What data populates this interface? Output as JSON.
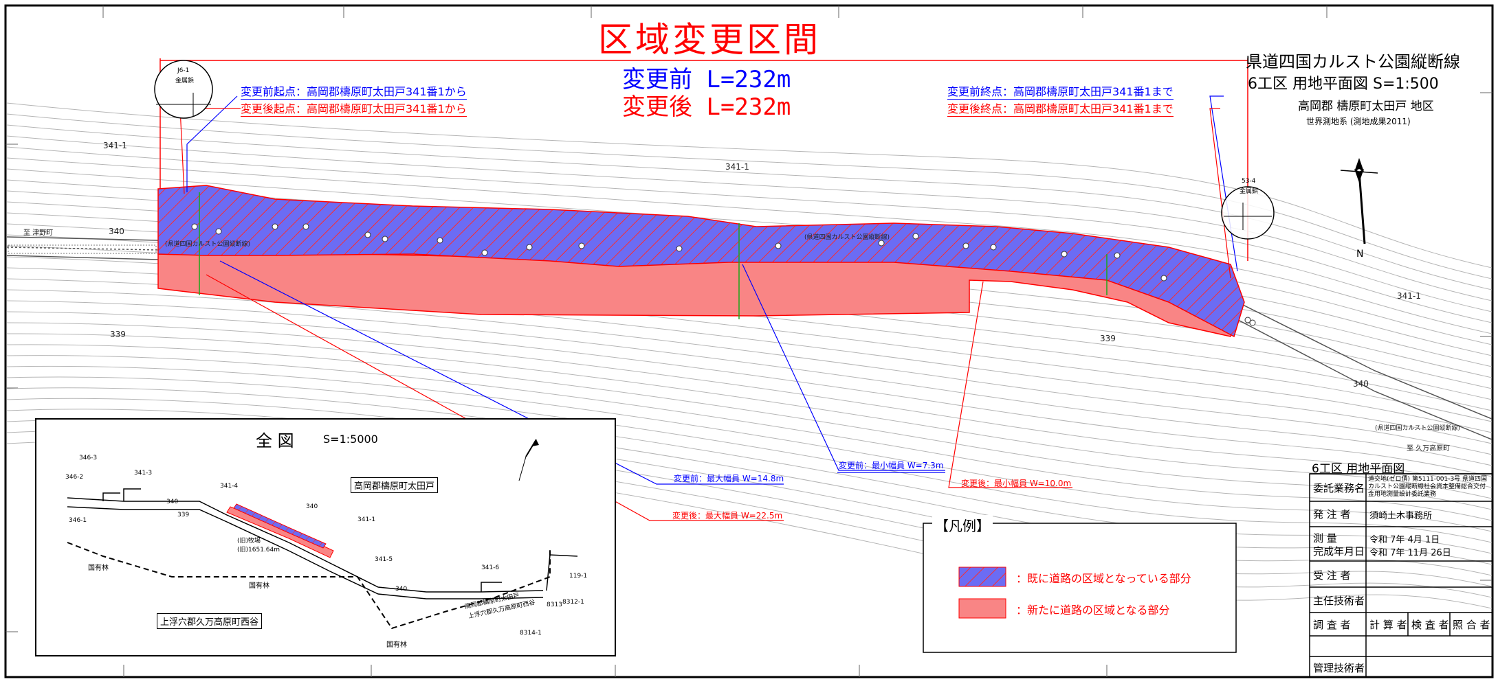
{
  "colors": {
    "existing_fill": "#6b6cf4",
    "new_fill": "#f98585",
    "red": "#ff0000",
    "blue": "#0000ff",
    "contour": "#a9a9a9"
  },
  "header": {
    "title": "区域変更区間",
    "before_length": "変更前 L=232m",
    "after_length": "変更後 L=232m"
  },
  "project": {
    "name": "県道四国カルスト公園縦断線",
    "subtitle": "6工区 用地平面図 S=1:500",
    "area": "高岡郡 檮原町太田戸 地区",
    "datum": "世界測地系 (測地成果2011)"
  },
  "annotations": {
    "start_before": "変更前起点：高岡郡檮原町太田戸341番1から",
    "start_after": "変更後起点：高岡郡檮原町太田戸341番1から",
    "end_before": "変更前終点：高岡郡檮原町太田戸341番1まで",
    "end_after": "変更後終点：高岡郡檮原町太田戸341番1まで",
    "max_width_before": "変更前：最大幅員 W=14.8m",
    "max_width_after": "変更後：最大幅員 W=22.5m",
    "min_width_before": "変更前：最小幅員 W=7.3m",
    "min_width_after": "変更後：最小幅員 W=10.0m"
  },
  "parcels": {
    "p341_1": "341-1",
    "p340": "340",
    "p339": "339",
    "town": "至 津野町",
    "kuma": "至 久万高原町",
    "road_label": "(県道四国カルスト公園縦断線)"
  },
  "monuments": {
    "left_top": "J6-1",
    "left_kind": "金属鋲",
    "right_top": "53-4",
    "right_kind": "金属鋲",
    "north": "N"
  },
  "overview": {
    "title": "全 図",
    "scale": "S=1:5000",
    "place_main": "高岡郡檮原町太田戸",
    "place_sub": "上浮穴郡久万高原町西谷",
    "forest": "国有林",
    "road_len_1": "(旧)牧場",
    "road_len_2": "(旧)1651.64m",
    "road_name_a": "高岡郡檮原町太田戸",
    "road_name_b": "上浮穴郡久万高原町西谷",
    "lots": [
      "346-3",
      "346-2",
      "341-3",
      "341-4",
      "346-1",
      "340",
      "339",
      "341-1",
      "340",
      "341-5",
      "341-6",
      "340",
      "8313",
      "8312-1",
      "8314-1",
      "119-1"
    ]
  },
  "legend": {
    "title": "【凡例】",
    "existing": "：既に道路の区域となっている部分",
    "new": "：新たに道路の区域となる部分"
  },
  "title_block": {
    "title": "6工区 用地平面図",
    "rows": [
      {
        "label": "委託業務名",
        "value": "道交地(ゼロ債) 第5111-001-3号 県道四国カルスト公園縦断線社会資本整備総合交付金用地測量設計委託業務"
      },
      {
        "label": "発 注 者",
        "value": "須崎土木事務所"
      },
      {
        "label": "測 量",
        "value": "令和 7年 4月 1日"
      },
      {
        "label": "完成年月日",
        "value": "令和 7年 11月 26日"
      },
      {
        "label": "受 注 者",
        "value": ""
      },
      {
        "label": "主任技術者",
        "value": ""
      },
      {
        "label": "調 査 者",
        "value": ""
      },
      {
        "label": "管理技術者",
        "value": ""
      }
    ],
    "cols": [
      "計 算 者",
      "検 査 者",
      "照 合 者"
    ]
  }
}
